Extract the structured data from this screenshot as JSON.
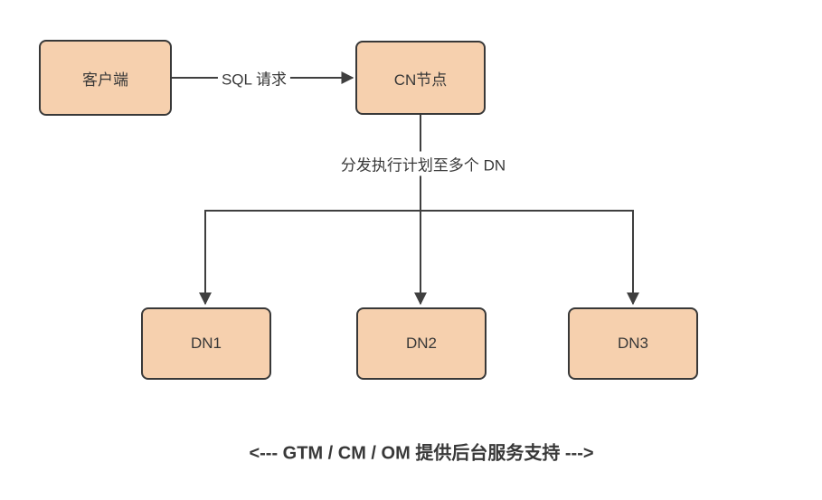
{
  "diagram": {
    "nodes": {
      "client": {
        "label": "客户端"
      },
      "cn": {
        "label": "CN节点"
      },
      "dn1": {
        "label": "DN1"
      },
      "dn2": {
        "label": "DN2"
      },
      "dn3": {
        "label": "DN3"
      }
    },
    "edges": {
      "sql_request": {
        "label": "SQL 请求"
      },
      "dispatch": {
        "label": "分发执行计划至多个 DN"
      }
    },
    "footer": {
      "label": "<--- GTM / CM / OM 提供后台服务支持 --->"
    },
    "colors": {
      "node_fill": "#f6d0ae",
      "node_border": "#383838",
      "line_color": "#3f3f3f",
      "text_color": "#383838",
      "canvas_bg": "#ffffff"
    }
  }
}
